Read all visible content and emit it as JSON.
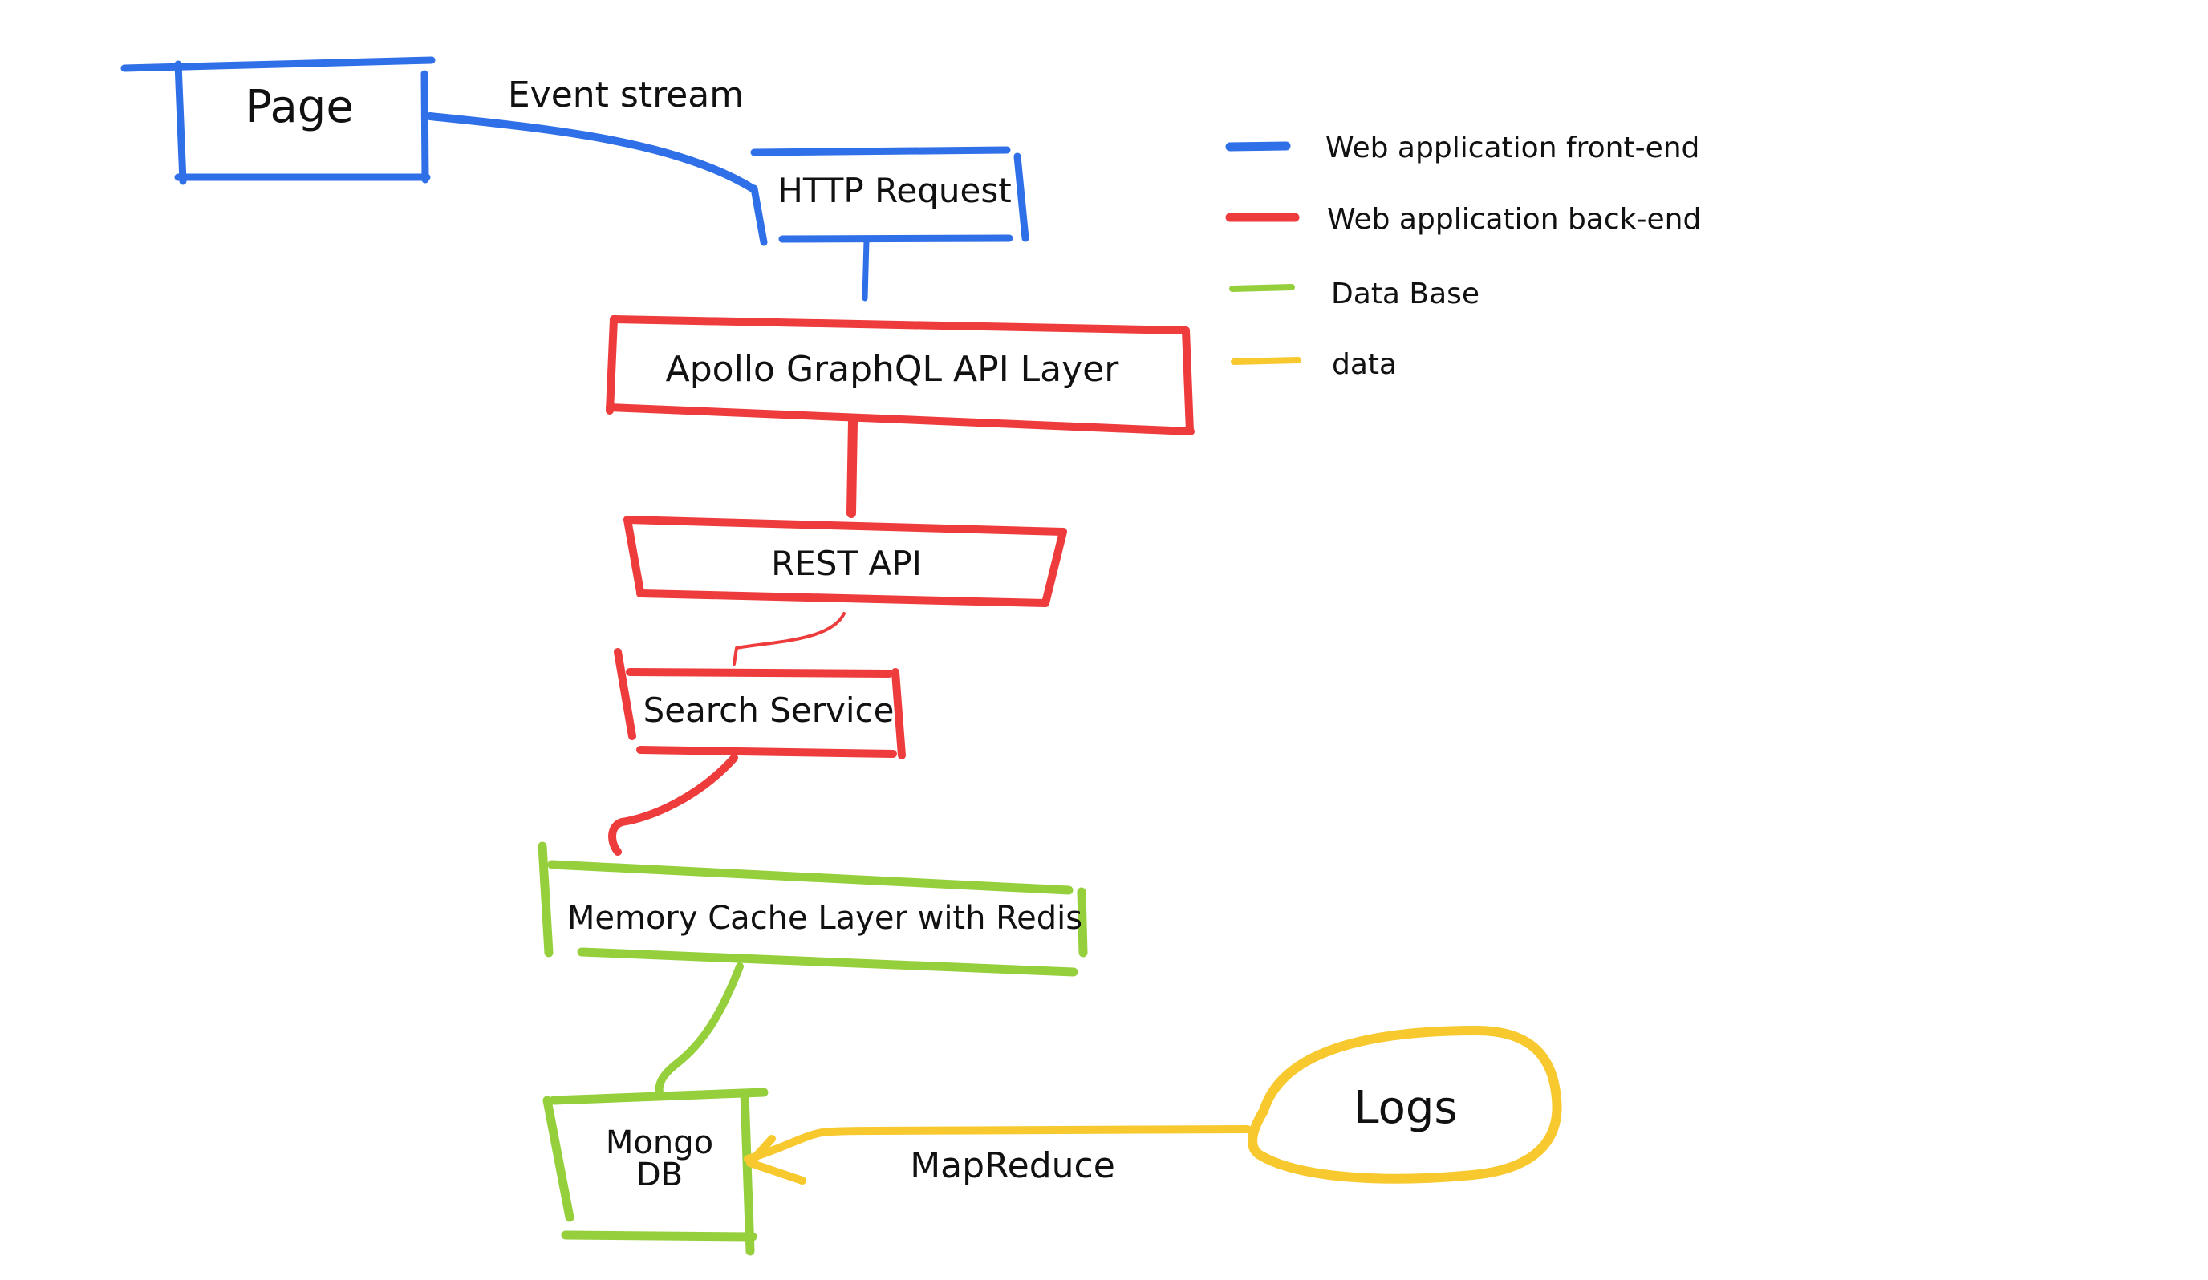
{
  "colors": {
    "frontend": "#2f6fe8",
    "backend": "#ee3b3b",
    "database": "#96cf3c",
    "data": "#f7c92e",
    "text": "#111111"
  },
  "nodes": {
    "page": "Page",
    "http_request": "HTTP Request",
    "apollo": "Apollo GraphQL API Layer",
    "rest_api": "REST API",
    "search_service": "Search Service",
    "memory_cache": "Memory Cache Layer with  Redis",
    "mongo_line1": "Mongo",
    "mongo_line2": "DB",
    "logs": "Logs"
  },
  "edges": {
    "event_stream": "Event stream",
    "map_reduce": "MapReduce"
  },
  "legend": [
    {
      "label": "Web application front-end",
      "color": "#2f6fe8"
    },
    {
      "label": "Web application back-end",
      "color": "#ee3b3b"
    },
    {
      "label": "Data Base",
      "color": "#96cf3c"
    },
    {
      "label": "data",
      "color": "#f7c92e"
    }
  ]
}
